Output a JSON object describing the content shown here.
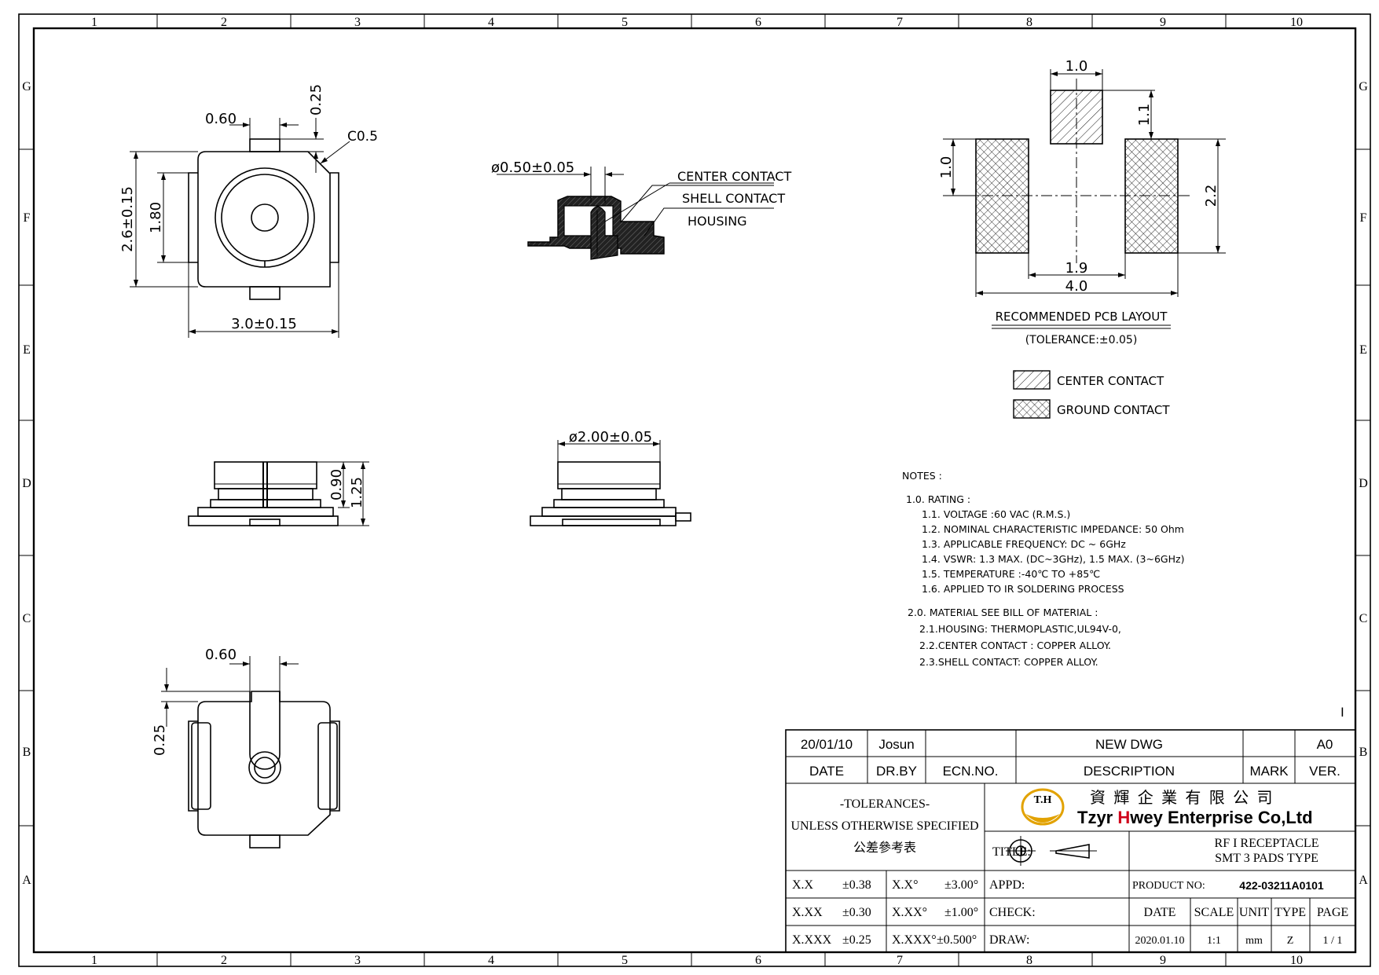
{
  "frame": {
    "columns": [
      "1",
      "2",
      "3",
      "4",
      "5",
      "6",
      "7",
      "8",
      "9",
      "10"
    ],
    "rows": [
      "G",
      "F",
      "E",
      "D",
      "C",
      "B",
      "A"
    ]
  },
  "views": {
    "top": {
      "dim_tab_width": "0.60",
      "dim_tab_height": "0.25",
      "dim_chamfer": "C0.5",
      "dim_outer_h": "2.6±0.15",
      "dim_inner_h": "1.80",
      "dim_width": "3.0±0.15"
    },
    "section": {
      "dim_pin": "ø0.50±0.05",
      "label_center": "CENTER CONTACT",
      "label_shell": "SHELL CONTACT",
      "label_housing": "HOUSING"
    },
    "side": {
      "dim_h1": "0.90",
      "dim_h2": "1.25"
    },
    "front": {
      "dim_dia": "ø2.00±0.05"
    },
    "bottom": {
      "dim_tab_width": "0.60",
      "dim_tab_height": "0.25"
    }
  },
  "pcb": {
    "dim_center_w": "1.0",
    "dim_center_h": "1.1",
    "dim_pad_h": "1.0",
    "dim_span_h": "2.2",
    "dim_inner": "1.9",
    "dim_outer": "4.0",
    "title": "RECOMMENDED PCB LAYOUT",
    "tolerance": "(TOLERANCE:±0.05)",
    "legend_center": "CENTER CONTACT",
    "legend_ground": "GROUND CONTACT"
  },
  "notes": {
    "heading": "NOTES :",
    "lines": [
      "1.0. RATING :",
      "1.1. VOLTAGE :60 VAC (R.M.S.)",
      "1.2. NOMINAL CHARACTERISTIC IMPEDANCE: 50 Ohm",
      "1.3. APPLICABLE FREQUENCY: DC ~ 6GHz",
      "1.4. VSWR: 1.3 MAX. (DC~3GHz), 1.5 MAX. (3~6GHz)",
      "1.5. TEMPERATURE :-40℃ TO +85℃",
      "1.6. APPLIED TO IR SOLDERING PROCESS",
      "2.0. MATERIAL SEE BILL OF MATERIAL :",
      "2.1.HOUSING: THERMOPLASTIC,UL94V-0,",
      "2.2.CENTER CONTACT : COPPER ALLOY.",
      "2.3.SHELL CONTACT: COPPER ALLOY."
    ]
  },
  "title_block": {
    "rev_mark": "I",
    "rev_date": "20/01/10",
    "rev_by": "Josun",
    "rev_ecn": "",
    "rev_desc": "NEW DWG",
    "rev_mark_val": "",
    "rev_ver": "A0",
    "h_date": "DATE",
    "h_drby": "DR.BY",
    "h_ecn": "ECN.NO.",
    "h_desc": "DESCRIPTION",
    "h_mark": "MARK",
    "h_ver": "VER.",
    "tol_title": "-TOLERANCES-",
    "tol_sub": "UNLESS OTHERWISE SPECIFIED",
    "tol_cn": "公差參考表",
    "company_cn": "資 輝 企 業 有 限 公 司",
    "company_en_1": "Tzyr ",
    "company_en_h": "H",
    "company_en_2": "wey Enterprise Co,Ltd",
    "logo_text": "T.H",
    "title_label": "TITLE:",
    "title_line1": "RF I RECEPTACLE",
    "title_line2": "SMT 3 PADS TYPE",
    "tolerances": [
      {
        "k1": "X.X",
        "v1": "±0.38",
        "k2": "X.X°",
        "v2": "±3.00°"
      },
      {
        "k1": "X.XX",
        "v1": "±0.30",
        "k2": "X.XX°",
        "v2": "±1.00°"
      },
      {
        "k1": "X.XXX",
        "v1": "±0.25",
        "k2": "X.XXX°",
        "v2": "±0.500°"
      }
    ],
    "appd": "APPD:",
    "check": "CHECK:",
    "draw": "DRAW:",
    "product_label": "PRODUCT NO:",
    "product_no": "422-03211A0101",
    "h2_date": "DATE",
    "h2_scale": "SCALE",
    "h2_unit": "UNIT",
    "h2_type": "TYPE",
    "h2_page": "PAGE",
    "v_date": "2020.01.10",
    "v_scale": "1:1",
    "v_unit": "mm",
    "v_type": "Z",
    "v_page": "1 / 1"
  },
  "colors": {
    "line": "#000000",
    "logo_gold": "#e2a200",
    "brand_red": "#d0021b",
    "brand_blue": "#1a237e"
  }
}
